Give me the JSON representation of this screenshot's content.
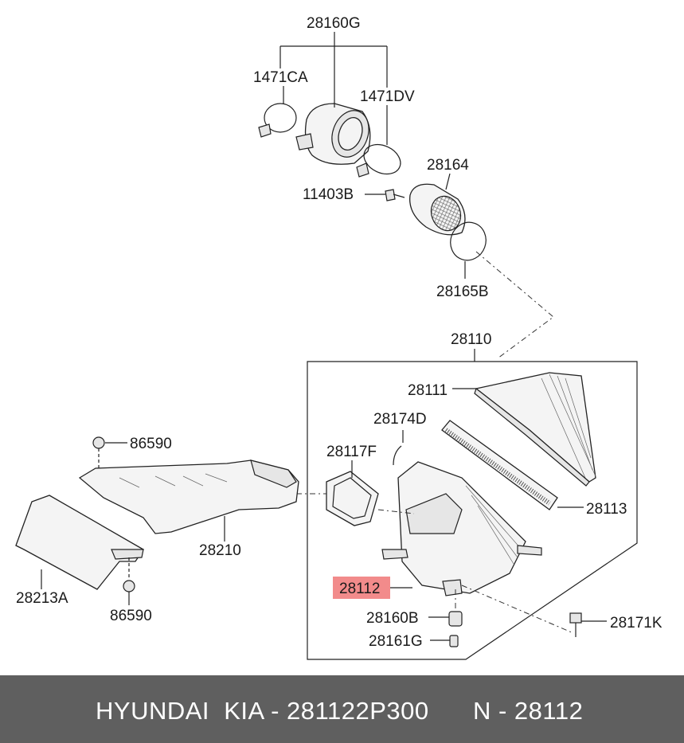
{
  "parts": {
    "p28160G": "28160G",
    "p1471CA": "1471CA",
    "p1471DV": "1471DV",
    "p28164": "28164",
    "p11403B": "11403B",
    "p28165B": "28165B",
    "p28110": "28110",
    "p28111": "28111",
    "p28174D": "28174D",
    "p28117F": "28117F",
    "p28113": "28113",
    "p28112": "28112",
    "p28160B": "28160B",
    "p28161G": "28161G",
    "p28171K": "28171K",
    "p86590a": "86590",
    "p86590b": "86590",
    "p28210": "28210",
    "p28213A": "28213A"
  },
  "highlight": {
    "part": "28112",
    "color": "#f28b8b"
  },
  "footer": {
    "brand": "HYUNDAI  KIA - 281122P300",
    "ref": "N - 28112",
    "background": "#5f5f5f"
  }
}
